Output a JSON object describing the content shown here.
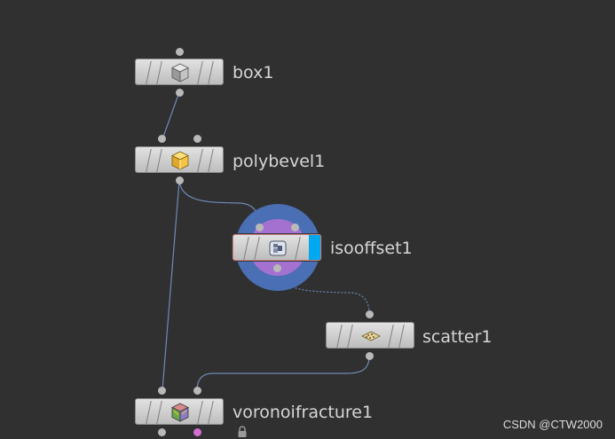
{
  "network": {
    "nodes": [
      {
        "id": "box1",
        "label": "box1",
        "icon": "cube-icon"
      },
      {
        "id": "polybevel1",
        "label": "polybevel1",
        "icon": "bevel-box-icon"
      },
      {
        "id": "isooffset1",
        "label": "isooffset1",
        "icon": "iso-offset-icon",
        "selected": true,
        "display_flag": true
      },
      {
        "id": "scatter1",
        "label": "scatter1",
        "icon": "scatter-icon"
      },
      {
        "id": "voronoifracture1",
        "label": "voronoifracture1",
        "icon": "fracture-cube-icon",
        "locked": true
      }
    ],
    "connections": [
      {
        "from": "box1",
        "to": "polybevel1"
      },
      {
        "from": "polybevel1",
        "to": "isooffset1"
      },
      {
        "from": "isooffset1",
        "to": "scatter1",
        "style": "dotted"
      },
      {
        "from": "polybevel1",
        "to": "voronoifracture1"
      },
      {
        "from": "scatter1",
        "to": "voronoifracture1"
      }
    ]
  },
  "colors": {
    "background": "#303030",
    "wire": "#6f8ab8",
    "display_flag": "#00a8f0",
    "halo_outer": "#4a6fb5",
    "halo_inner": "#a571d1"
  },
  "watermark": "CSDN @CTW2000"
}
